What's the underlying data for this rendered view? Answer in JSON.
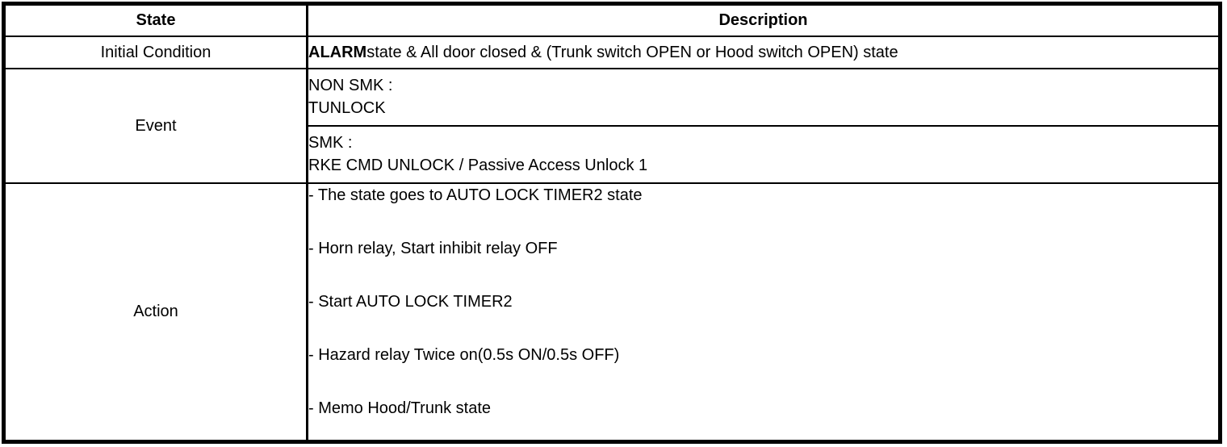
{
  "table": {
    "columns": [
      {
        "label": "State"
      },
      {
        "label": "Description"
      }
    ],
    "rows": {
      "initial_condition": {
        "state_label": "Initial Condition",
        "description_bold": "ALARM",
        "description_rest": "state & All door closed & (Trunk switch OPEN or Hood switch OPEN) state"
      },
      "event": {
        "state_label": "Event",
        "non_smk": {
          "line1": "NON SMK :",
          "line2": "TUNLOCK"
        },
        "smk": {
          "line1": "SMK :",
          "line2": "RKE CMD UNLOCK / Passive Access Unlock 1"
        }
      },
      "action": {
        "state_label": "Action",
        "items": [
          "- The state goes to AUTO LOCK TIMER2 state",
          "- Horn relay, Start inhibit relay OFF",
          "- Start AUTO LOCK TIMER2",
          "- Hazard relay Twice on(0.5s ON/0.5s OFF)",
          "- Memo Hood/Trunk state"
        ]
      }
    }
  },
  "colors": {
    "border": "#000000",
    "background": "#ffffff",
    "text": "#000000"
  }
}
